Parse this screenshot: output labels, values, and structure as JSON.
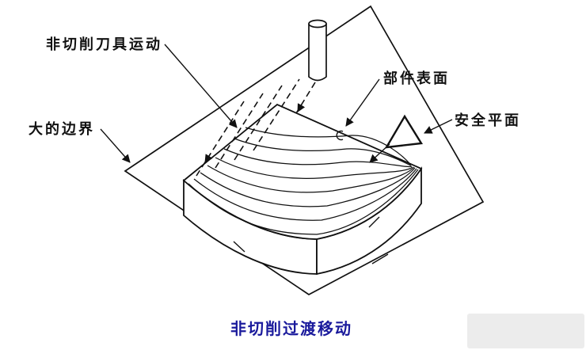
{
  "diagram": {
    "caption": "非切削过渡移动",
    "labels": {
      "tool_motion": "非切削刀具运动",
      "boundary": "大的边界",
      "part_surface": "部件表面",
      "safety_plane": "安全平面"
    },
    "colors": {
      "line": "#111111",
      "caption": "#1a1a9c",
      "background": "#ffffff",
      "watermark": "#dcdcdc"
    }
  }
}
